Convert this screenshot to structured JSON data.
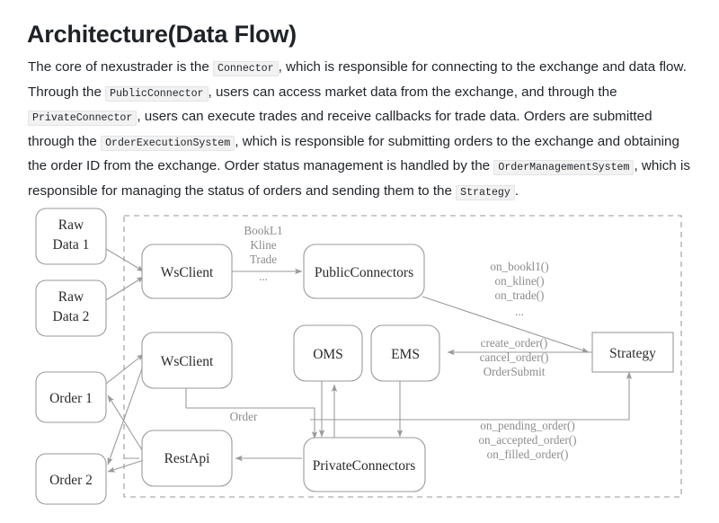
{
  "document": {
    "title": "Architecture(Data Flow)",
    "paragraph": {
      "seg1": "The core of nexustrader is the ",
      "code1": "Connector",
      "seg2": ", which is responsible for connecting to the exchange and data flow. Through the ",
      "code2": "PublicConnector",
      "seg3": ", users can access market data from the exchange, and through the ",
      "code3": "PrivateConnector",
      "seg4": ", users can execute trades and receive callbacks for trade data. Orders are submitted through the ",
      "code4": "OrderExecutionSystem",
      "seg5": ", which is responsible for submitting orders to the exchange and obtaining the order ID from the exchange. Order status management is handled by the ",
      "code5": "OrderManagementSystem",
      "seg6": ", which is responsible for managing the status of orders and sending them to the ",
      "code6": "Strategy",
      "seg7": "."
    }
  },
  "diagram": {
    "nodes": {
      "raw_data_1_line1": "Raw",
      "raw_data_1_line2": "Data 1",
      "raw_data_2_line1": "Raw",
      "raw_data_2_line2": "Data 2",
      "order_1": "Order 1",
      "order_2": "Order 2",
      "ws_client_top": "WsClient",
      "ws_client_mid": "WsClient",
      "rest_api": "RestApi",
      "public_connectors": "PublicConnectors",
      "private_connectors": "PrivateConnectors",
      "oms": "OMS",
      "ems": "EMS",
      "strategy": "Strategy"
    },
    "edge_labels": {
      "market_data_1": "BookL1",
      "market_data_2": "Kline",
      "market_data_3": "Trade",
      "market_data_4": "...",
      "callbacks_1": "on_bookl1()",
      "callbacks_2": "on_kline()",
      "callbacks_3": "on_trade()",
      "callbacks_4": "...",
      "order_api_1": "create_order()",
      "order_api_2": "cancel_order()",
      "order_api_3": "OrderSubmit",
      "order_flow": "Order",
      "order_callbacks_1": "on_pending_order()",
      "order_callbacks_2": "on_accepted_order()",
      "order_callbacks_3": "on_filled_order()"
    },
    "colors": {
      "stroke": "#9a9a9a",
      "node_text": "#2b2b2b",
      "label_text": "#8c8c8c",
      "background": "#ffffff"
    }
  }
}
